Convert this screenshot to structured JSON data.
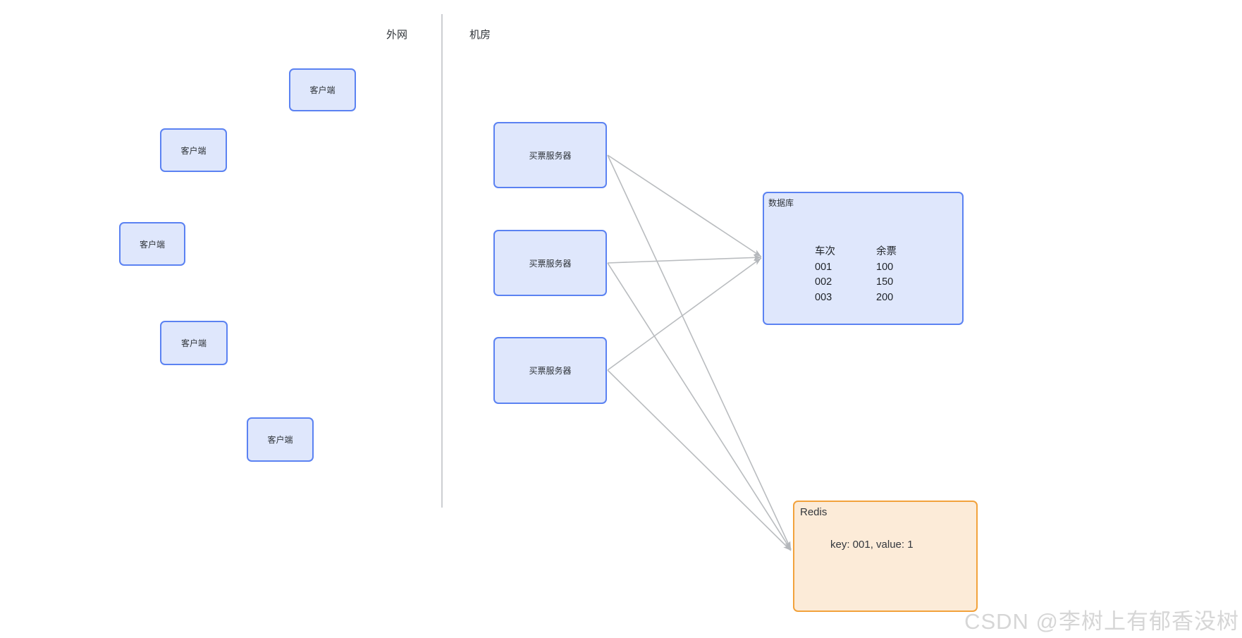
{
  "regions": {
    "left_label": "外网",
    "right_label": "机房"
  },
  "clients": [
    {
      "label": "客户端"
    },
    {
      "label": "客户端"
    },
    {
      "label": "客户端"
    },
    {
      "label": "客户端"
    },
    {
      "label": "客户端"
    }
  ],
  "servers": [
    {
      "label": "买票服务器"
    },
    {
      "label": "买票服务器"
    },
    {
      "label": "买票服务器"
    }
  ],
  "database": {
    "title": "数据库",
    "table": {
      "headers": [
        "车次",
        "余票"
      ],
      "rows": [
        [
          "001",
          "100"
        ],
        [
          "002",
          "150"
        ],
        [
          "003",
          "200"
        ]
      ]
    }
  },
  "redis": {
    "title": "Redis",
    "content": "key: 001, value: 1"
  },
  "watermark": {
    "text": "CSDN @李树上有郁香没树"
  },
  "colors": {
    "node_border": "#5b82f2",
    "node_fill": "#dfe7fc",
    "redis_border": "#f2a23c",
    "redis_fill": "#fcebd8",
    "edge": "#b9bcbf",
    "divider": "#ccced2",
    "watermark": "#d6d6d6"
  }
}
